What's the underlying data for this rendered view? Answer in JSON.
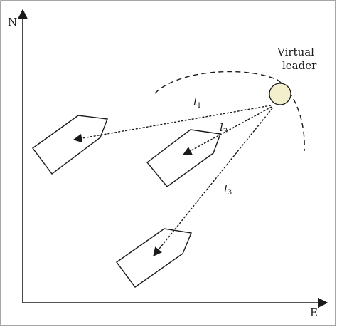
{
  "axes": {
    "north_label": "N",
    "east_label": "E"
  },
  "leader": {
    "label_line1": "Virtual",
    "label_line2": "leader",
    "fill_color": "#f3efcc"
  },
  "links": [
    {
      "symbol": "l",
      "index": "1"
    },
    {
      "symbol": "l",
      "index": "2"
    },
    {
      "symbol": "l",
      "index": "3"
    }
  ],
  "colors": {
    "line": "#1a1a1a",
    "frame": "#888888"
  }
}
